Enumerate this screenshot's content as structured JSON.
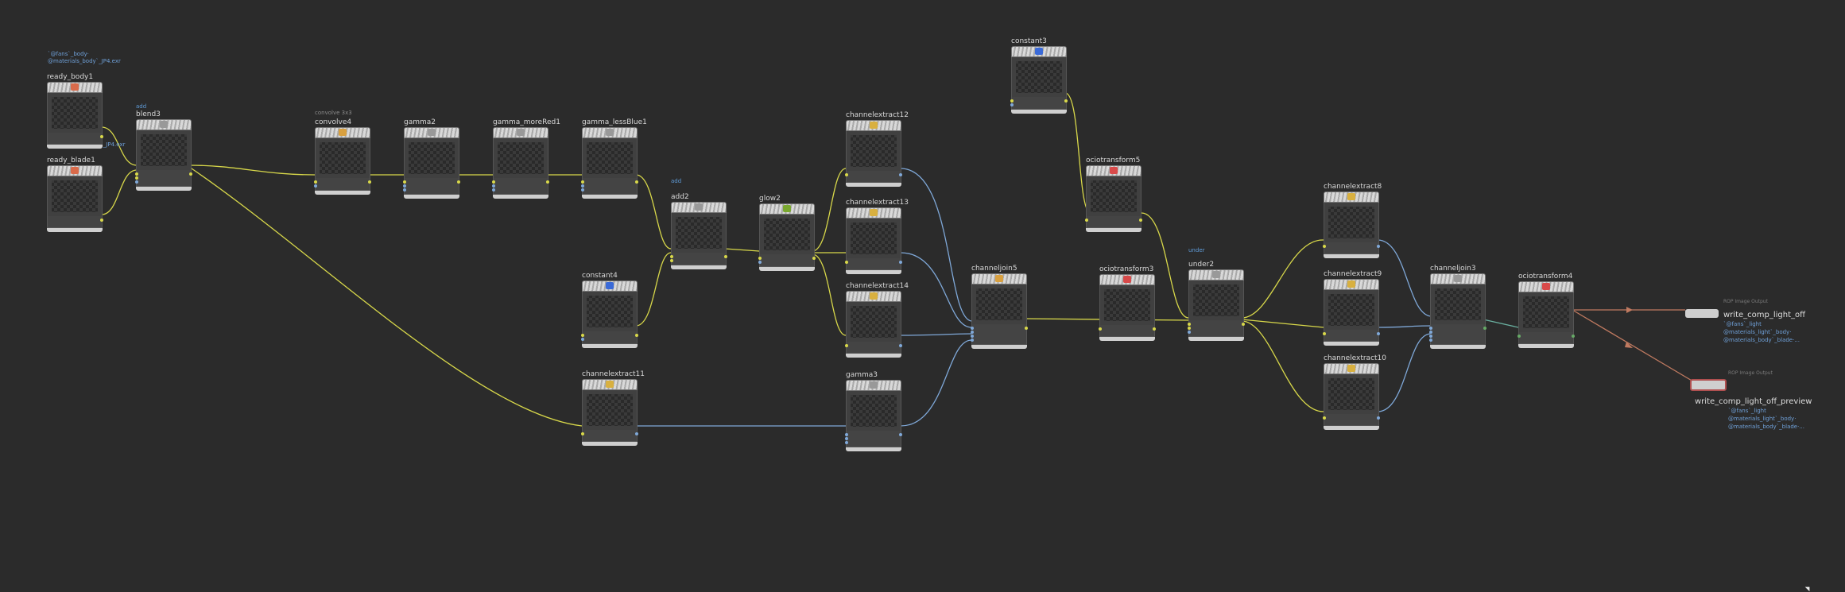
{
  "background": "#2b2b2b",
  "wire_colors": {
    "image": "#d8d84a",
    "channel": "#7fa8d8",
    "mono": "#6ab0a0",
    "output": "#c07a60"
  },
  "notes": {
    "body_path": "`@fans`_body·\n@materials_body`_JP4.exr",
    "blade_path": "`@materials_blade`_JP4.exr"
  },
  "nodes": [
    {
      "id": "ready_body1",
      "title": "ready_body1",
      "pre": "",
      "icon": "fruit-icon",
      "icon_color": "#d86a4a"
    },
    {
      "id": "ready_blade1",
      "title": "ready_blade1",
      "pre": "",
      "icon": "fruit-icon",
      "icon_color": "#d86a4a"
    },
    {
      "id": "blend3",
      "title": "blend3",
      "pre": "add",
      "icon": "blend-icon",
      "icon_color": "#999999"
    },
    {
      "id": "convolve4",
      "title": "convolve4",
      "pre": "convolve 3x3",
      "icon": "convolve-icon",
      "icon_color": "#d8a040"
    },
    {
      "id": "gamma2",
      "title": "gamma2",
      "pre": "",
      "icon": "gamma-icon",
      "icon_color": "#999999"
    },
    {
      "id": "gamma_moreRed1",
      "title": "gamma_moreRed1",
      "pre": "",
      "icon": "gamma-icon",
      "icon_color": "#999999"
    },
    {
      "id": "gamma_lessBlue1",
      "title": "gamma_lessBlue1",
      "pre": "",
      "icon": "gamma-icon",
      "icon_color": "#999999"
    },
    {
      "id": "add2",
      "title": "add2",
      "pre": "add",
      "icon": "add-icon",
      "icon_color": "#999999"
    },
    {
      "id": "glow2",
      "title": "glow2",
      "pre": "",
      "icon": "glow-icon",
      "icon_color": "#7aa830"
    },
    {
      "id": "constant4",
      "title": "constant4",
      "pre": "",
      "icon": "constant-icon",
      "icon_color": "#3a6ad8"
    },
    {
      "id": "channelextract11",
      "title": "channelextract11",
      "pre": "",
      "icon": "extract-icon",
      "icon_color": "#d8b040"
    },
    {
      "id": "channelextract12",
      "title": "channelextract12",
      "pre": "",
      "icon": "extract-icon",
      "icon_color": "#d8b040"
    },
    {
      "id": "channelextract13",
      "title": "channelextract13",
      "pre": "",
      "icon": "extract-icon",
      "icon_color": "#d8b040"
    },
    {
      "id": "channelextract14",
      "title": "channelextract14",
      "pre": "",
      "icon": "extract-icon",
      "icon_color": "#d8b040"
    },
    {
      "id": "gamma3",
      "title": "gamma3",
      "pre": "",
      "icon": "gamma-icon",
      "icon_color": "#999999"
    },
    {
      "id": "channeljoin5",
      "title": "channeljoin5",
      "pre": "",
      "icon": "join-icon",
      "icon_color": "#d8a040"
    },
    {
      "id": "constant3",
      "title": "constant3",
      "pre": "",
      "icon": "constant-icon",
      "icon_color": "#3a6ad8"
    },
    {
      "id": "ociotransform5",
      "title": "ociotransform5",
      "pre": "",
      "icon": "ocio-icon",
      "icon_color": "#d84a4a"
    },
    {
      "id": "ociotransform3",
      "title": "ociotransform3",
      "pre": "",
      "icon": "ocio-icon",
      "icon_color": "#d84a4a"
    },
    {
      "id": "under2",
      "title": "under2",
      "pre": "under",
      "icon": "under-icon",
      "icon_color": "#999999"
    },
    {
      "id": "channelextract8",
      "title": "channelextract8",
      "pre": "",
      "icon": "extract-icon",
      "icon_color": "#d8b040"
    },
    {
      "id": "channelextract9",
      "title": "channelextract9",
      "pre": "",
      "icon": "extract-icon",
      "icon_color": "#d8b040"
    },
    {
      "id": "channelextract10",
      "title": "channelextract10",
      "pre": "",
      "icon": "extract-icon",
      "icon_color": "#d8b040"
    },
    {
      "id": "channeljoin3",
      "title": "channeljoin3",
      "pre": "",
      "icon": "join-icon",
      "icon_color": "#999999"
    },
    {
      "id": "ociotransform4",
      "title": "ociotransform4",
      "pre": "",
      "icon": "ocio-icon",
      "icon_color": "#d84a4a"
    }
  ],
  "outputs": [
    {
      "id": "write_comp_light_off",
      "name": "write_comp_light_off",
      "sub": "ROP Image Output",
      "selected": false,
      "info": [
        "`@fans`_light",
        "@materials_light`_body·",
        "@materials_body`_blade·..."
      ]
    },
    {
      "id": "write_comp_light_off_preview",
      "name": "write_comp_light_off_preview",
      "sub": "ROP Image Output",
      "selected": true,
      "info": [
        "`@fans`_light",
        "@materials_light`_body·",
        "@materials_body`_blade·..."
      ]
    }
  ]
}
